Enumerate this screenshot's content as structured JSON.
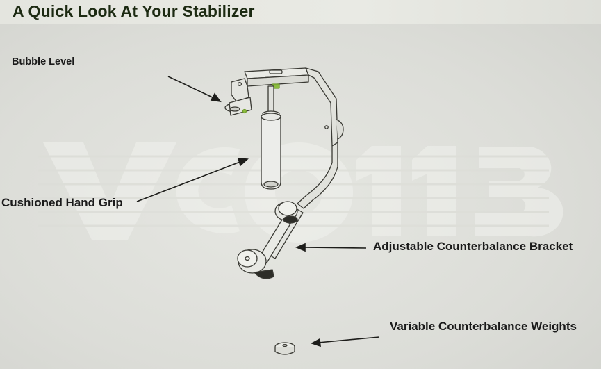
{
  "title": "A Quick Look At Your Stabilizer",
  "labels": {
    "bubble_level": "Bubble Level",
    "hand_grip": "Cushioned Hand Grip",
    "bracket": "Adjustable Counterbalance Bracket",
    "weights": "Variable Counterbalance Weights"
  },
  "watermark": "VC0113",
  "colors": {
    "background": "#dfe0db",
    "title_text": "#1c2a12",
    "label_text": "#1a1a1a",
    "line_art": "#3a3a34",
    "accent_green": "#7fa83a"
  }
}
